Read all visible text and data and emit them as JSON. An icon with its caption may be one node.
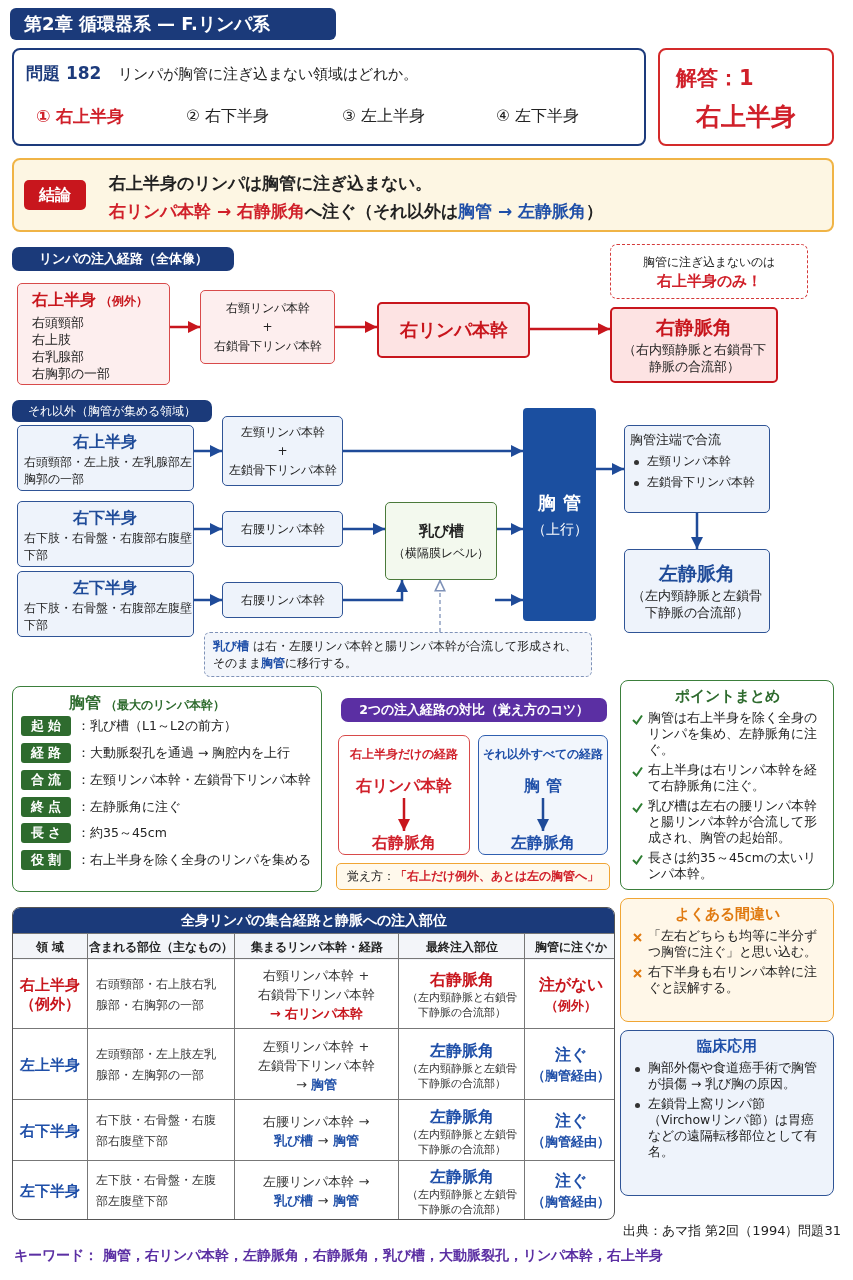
{
  "diagram": {
    "title": "第2章 循環器系 — F.リンパ系",
    "nodes": [
      {
        "text": [
          "問題 182",
          "リンパが胸管に注ぎ込まない領域はどれか。",
          "① 右上半身",
          "② 右下半身",
          "③ 左上半身",
          "④ 左下半身"
        ]
      },
      {
        "text": [
          "解答：1",
          "右上半身"
        ]
      },
      {
        "text": [
          "右上半身のリンパは胸管に注ぎ込まない。",
          "**右リンパ本幹 → 右静脈角**へ注ぐ（それ以外は**胸管 → 左静脈角**）"
        ]
      },
      {
        "text": [
          "結論"
        ],
        "in": 2
      },
      {
        "text": [
          "リンパの注入経路（全体像）"
        ]
      },
      {
        "text": [
          "胸管に注ぎ込まないのは",
          "右上半身のみ！"
        ]
      },
      {
        "text": [
          "右上半身",
          "（例外）",
          "右頭頸部",
          "右上肢",
          "右乳腺部",
          "右胸郭の一部"
        ]
      },
      {
        "text": [
          "右頸リンパ本幹",
          "+",
          "右鎖骨下リンパ本幹"
        ]
      },
      {
        "text": [
          "右リンパ本幹"
        ]
      },
      {
        "text": [
          "右静脈角",
          "（右内頸静脈と右鎖骨下静脈の合流部）"
        ]
      },
      {
        "text": [
          "それ以外（胸管が集める領域）"
        ]
      },
      {
        "text": [
          "右上半身",
          "右頭頸部・左上肢・左乳腺部左胸郭の一部"
        ]
      },
      {
        "text": [
          "左頸リンパ本幹",
          "+",
          "左鎖骨下リンパ本幹"
        ]
      },
      {
        "text": [
          "胸 管",
          "（上行）"
        ]
      },
      {
        "text": [
          "胸管注端で合流",
          "左頸リンパ本幹",
          "左鎖骨下リンパ本幹"
        ]
      },
      {
        "text": [
          "右下半身",
          "右下肢・右骨盤・右腹部右腹壁下部"
        ]
      },
      {
        "text": [
          "右腰リンパ本幹"
        ]
      },
      {
        "text": [
          "乳び槽",
          "（横隔膜レベル）"
        ]
      },
      {
        "text": [
          "左静脈角",
          "（左内頸静脈と左鎖骨下静脈の合流部）"
        ]
      },
      {
        "text": [
          "左下半身",
          "右下肢・右骨盤・右腹部左腹壁下部"
        ]
      },
      {
        "text": [
          "右腰リンパ本幹"
        ]
      },
      {
        "text": [
          "**乳び槽** は右・左腰リンパ本幹と腸リンパ本幹が合流して形成され、そのまま**胸管**に移行する。"
        ]
      },
      {
        "text": [
          "胸管",
          "（最大のリンパ本幹）",
          "：乳び槽（L1～L2の前方）",
          "：大動脈裂孔を通過 → 胸腔内を上行",
          "：左頸リンパ本幹・左鎖骨下リンパ本幹",
          "：左静脈角に注ぐ",
          "：約35～45cm",
          "：右上半身を除く全身のリンパを集める"
        ]
      },
      {
        "text": [
          "起 始"
        ],
        "in": 22
      },
      {
        "text": [
          "経 路"
        ],
        "in": 22
      },
      {
        "text": [
          "合 流"
        ],
        "in": 22
      },
      {
        "text": [
          "終 点"
        ],
        "in": 22
      },
      {
        "text": [
          "長 さ"
        ],
        "in": 22
      },
      {
        "text": [
          "役 割"
        ],
        "in": 22
      },
      {
        "text": [
          "2つの注入経路の対比（覚え方のコツ）"
        ]
      },
      {
        "text": [
          "右上半身だけの経路"
        ]
      },
      {
        "text": [
          "右リンパ本幹"
        ],
        "in": 30
      },
      {
        "text": [
          "右静脈角"
        ],
        "in": 30
      },
      {
        "text": [
          "それ以外すべての経路"
        ]
      },
      {
        "text": [
          "胸 管"
        ],
        "in": 33
      },
      {
        "text": [
          "左静脈角"
        ],
        "in": 33
      },
      {
        "text": [
          "覚え方：**「右上だけ例外、あとは左の胸管へ」**"
        ]
      },
      {
        "text": [
          "ポイントまとめ",
          "胸管は右上半身を除く全身のリンパを集め、左静脈角に注ぐ。",
          "右上半身は右リンパ本幹を経て右静脈角に注ぐ。",
          "乳び槽は左右の腰リンパ本幹と腸リンパ本幹が合流して形成され、胸管の起始部。",
          "長さは約35～45cmの太いリンパ本幹。"
        ]
      },
      {
        "text": [
          "よくある間違い",
          "「左右どちらも均等に半分ずつ胸管に注ぐ」と思い込む。",
          "右下半身も右リンパ本幹に注ぐと誤解する。"
        ]
      },
      {
        "text": [
          "臨床応用",
          "胸部外傷や食道癌手術で胸管が損傷 → 乳び胸の原因。",
          "左鎖骨上窩リンパ節（Virchowリンパ節）は胃癌などの遠隔転移部位として有名。"
        ]
      },
      {
        "text": [
          "全身リンパの集合経路と静脈への注入部位"
        ]
      }
    ],
    "edges": [
      {
        "from": 6,
        "to": 7,
        "arrow": "to",
        "color": "#c8161d"
      },
      {
        "from": 7,
        "to": 8,
        "arrow": "to",
        "color": "#c8161d"
      },
      {
        "from": 8,
        "to": 9,
        "arrow": "to",
        "color": "#c8161d"
      },
      {
        "from": 11,
        "to": 12,
        "arrow": "to"
      },
      {
        "from": 12,
        "to": 13,
        "arrow": "to"
      },
      {
        "from": 13,
        "to": 14,
        "arrow": "to"
      },
      {
        "from": 14,
        "to": 18,
        "arrow": "to"
      },
      {
        "from": 15,
        "to": 16,
        "arrow": "to"
      },
      {
        "from": 16,
        "to": 17,
        "arrow": "to"
      },
      {
        "from": 17,
        "to": 13,
        "arrow": "to"
      },
      {
        "from": 19,
        "to": 20,
        "arrow": "to"
      },
      {
        "from": 20,
        "to": 17,
        "arrow": "to"
      },
      {
        "from": null,
        "to": 13,
        "arrow": "to"
      },
      {
        "from": 21,
        "to": 17,
        "arrow": "to",
        "style": "dashed",
        "color": "#7f92b8"
      },
      {
        "from": 31,
        "to": 32,
        "arrow": "to",
        "color": "#c8161d"
      },
      {
        "from": 34,
        "to": 35,
        "arrow": "to"
      }
    ],
    "labels": [
      "領 域",
      "含まれる部位（主なもの）",
      "集まるリンパ本幹・経路",
      "最終注入部位",
      "胸管に注ぐか",
      "右上半身（例外）",
      "右頭頸部・右上肢右乳腺部・右胸郭の一部",
      "右頸リンパ本幹 + 右鎖骨下リンパ本幹 **→ 右リンパ本幹**",
      "**右静脈角**（左内頸静脈と右鎖骨下静脈の合流部）",
      "**注がない**（例外）",
      "左上半身",
      "左頭頸部・左上肢左乳腺部・左胸郭の一部",
      "左頸リンパ本幹 + 左鎖骨下リンパ本幹 → **胸管**",
      "**左静脈角**（左内頸静脈と左鎖骨下静脈の合流部）",
      "**注ぐ**（胸管経由）",
      "右下半身",
      "右下肢・右骨盤・右腹部右腹壁下部",
      "右腰リンパ本幹 → **乳び槽** → **胸管**",
      "**左静脈角**（左内頸静脈と左鎖骨下静脈の合流部）",
      "**注ぐ**（胸管経由）",
      "左下半身",
      "左下肢・右骨盤・左腹部左腹壁下部",
      "左腰リンパ本幹 → **乳び槽** → **胸管**",
      "**左静脈角**（左内頸静脈と左鎖骨下静脈の合流部）",
      "**注ぐ**（胸管経由）",
      "出典：あマ指 第2回（1994）問題31",
      "キーワード： 胸管，右リンパ本幹，左静脈角，右静脈角，乳び槽，大動脈裂孔，リンパ本幹，右上半身"
    ]
  }
}
